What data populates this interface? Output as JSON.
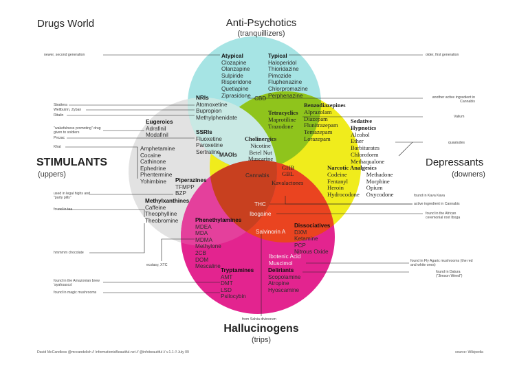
{
  "title": "Drugs World",
  "colors": {
    "anti_psychotics": "#9fe3e3",
    "stimulants": "#dcdcdc",
    "depressants": "#f2ef1a",
    "hallucinogens": "#e0208e",
    "overlap_green": "#8cc21a",
    "overlap_red": "#e8401f",
    "overlap_purple": "#9a4aa0"
  },
  "categories": {
    "anti_psychotics": {
      "name": "Anti-Psychotics",
      "sub": "(tranquillizers)"
    },
    "stimulants": {
      "name": "STIMULANTS",
      "sub": "(uppers)"
    },
    "depressants": {
      "name": "Depressants",
      "sub": "(downers)"
    },
    "hallucinogens": {
      "name": "Hallucinogens",
      "sub": "(trips)"
    }
  },
  "groups": {
    "atypical": {
      "head": "Atypical",
      "items": [
        "Clozapine",
        "Olanzapine",
        "Sulpiride",
        "Risperidone",
        "Quetiapine",
        "Ziprasidone"
      ]
    },
    "typical": {
      "head": "Typical",
      "items": [
        "Haloperidol",
        "Thioridazine",
        "Pimozide",
        "Fluphenazine",
        "Chlorpromazine",
        "Perphenazine"
      ]
    },
    "cbd": "CBD",
    "nris": {
      "head": "NRIs",
      "items": [
        "Atomoxetine",
        "Bupropion",
        "Methylphenidate"
      ]
    },
    "eugeroics": {
      "head": "Eugeroics",
      "items": [
        "Adrafinil",
        "Modafinil"
      ]
    },
    "ssris": {
      "head": "SSRIs",
      "items": [
        "Fluoxetine",
        "Paroxetine",
        "Sertraline"
      ]
    },
    "maois": "MAOIs",
    "stim_list": [
      "Amphetamine",
      "Cocaine",
      "Cathinone",
      "Ephedrine",
      "Phentermine",
      "Yohimbine"
    ],
    "piperazines": {
      "head": "Piperazines",
      "items": [
        "TFMPP",
        "BZP"
      ]
    },
    "methylxanthines": {
      "head": "Methylxanthines",
      "items": [
        "Caffeine",
        "Theophylline",
        "Theobromine"
      ]
    },
    "tetracyclics": {
      "head": "Tetracyclics",
      "items": [
        "Maprotiline",
        "Trazodone"
      ]
    },
    "benzodiazepines": {
      "head": "Benzodiazepines",
      "items": [
        "Alprazolam",
        "Diazepam",
        "Flunitrazepam",
        "Temazepam",
        "Lorazepam"
      ]
    },
    "sedative": {
      "head": "Sedative Hypnotics",
      "items": [
        "Alcohol",
        "Ether",
        "Barbiturates",
        "Chloroform",
        "Methaqualone"
      ]
    },
    "cholinergics": {
      "head": "Cholinergics",
      "items": [
        "Nicotine",
        "Betel Nut",
        "Muscarine"
      ]
    },
    "ghb": "GHB",
    "gbl": "GBL",
    "kavalactones": "Kavalactones",
    "cannabis": "Cannabis",
    "narcotic": {
      "head": "Narcotic Analgesics",
      "col1": [
        "Codeine",
        "Fentanyl",
        "Heroin",
        "Hydrocodone"
      ],
      "col2": [
        "Methadone",
        "Morphine",
        "Opium",
        "Oxycodone"
      ]
    },
    "thc": "THC",
    "ibogaine": "Ibogaine",
    "phenethylamines": {
      "head": "Phenethylamines",
      "items": [
        "MDEA",
        "MDA",
        "MDMA",
        "Methylone",
        "2CB",
        "DOM",
        "Mescaline"
      ]
    },
    "salvinorin": "Salvinorin A",
    "dissociatives": {
      "head": "Dissociatives",
      "items": [
        "DXM",
        "Ketamine",
        "PCP",
        "Nitrous Oxide"
      ]
    },
    "ibotenic": [
      "Ibotenic Acid",
      "Muscimol"
    ],
    "tryptamines": {
      "head": "Tryptamines",
      "items": [
        "AMT",
        "DMT",
        "LSD",
        "Psilocybin"
      ]
    },
    "deliriants": {
      "head": "Deliriants",
      "items": [
        "Scopolamine",
        "Atropine",
        "Hyoscamine"
      ]
    }
  },
  "notes": {
    "newer": "newer, second generation",
    "older": "older, first generation",
    "strattera": "Strattera",
    "wellbutrin": "Wellbutrin, Zyban",
    "ritalin": "Ritalin",
    "wakefulness": "\"wakefulness promoting\" drug given to soldiers",
    "prozac": "Prozac",
    "khat": "Khat",
    "cannabis_ing": "another active ingredient in Cannabis",
    "valium": "Valium",
    "quaaludes": "quaaludes",
    "party": "used in legal highs and \"party pills\"",
    "tea": "found in tea",
    "chocolate": "hmmmm chocolate",
    "ecstasy": "ecstasy, XTC",
    "kava": "found in Kava Kava",
    "thc_note": "active ingredient in Cannabis",
    "iboga": "found in the African ceremonial root Iboga",
    "ayahuasca": "found in the Amazonian brew 'ayahuasca'",
    "mushrooms": "found in magic mushrooms",
    "agaric": "found in Fly Agaric mushrooms (the red and white ones)",
    "datura": "found in Datura (\"Jimson Weed\")",
    "salvia": "from Salvia divinorum"
  },
  "footer": {
    "credit": "David McCandless @mccandelish // InformationisBeautiful.net // @infobeautiful // v.1.1 // July 09",
    "source": "source: Wikipedia"
  }
}
